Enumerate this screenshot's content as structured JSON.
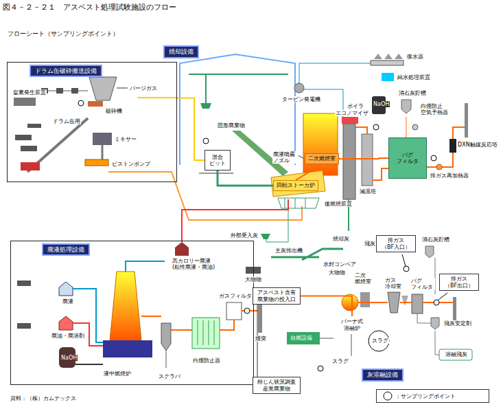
{
  "diagram": {
    "title": "図４－２－２１　アスベスト処理試験施設のフロー",
    "caption": "資料：（株）カムテックス",
    "nodes": [
      {
        "text": [
          "ドラム缶破砕搬送設備"
        ]
      },
      {
        "text": [
          "焼却設備"
        ]
      },
      {
        "text": [
          "混合 ピット"
        ]
      },
      {
        "text": [
          "回転ストーカ炉"
        ]
      },
      {
        "text": [
          "二次燃焼室"
        ]
      },
      {
        "text": [
          "バグ フィルタ"
        ]
      },
      {
        "text": [
          "廃液処理設備"
        ]
      },
      {
        "text": [
          "液中燃焼炉"
        ],
        "in": 6
      },
      {
        "text": [
          "排ガス （BF入口）"
        ]
      },
      {
        "text": [
          "排ガス （BF出口）"
        ]
      },
      {
        "text": [
          "アスベスト含有 廃棄物の投入口"
        ]
      },
      {
        "text": [
          "バーナ式 溶融炉"
        ]
      },
      {
        "text": [
          "粉じん状況調査 産業廃棄物"
        ]
      },
      {
        "text": [
          "灰溶融設備"
        ]
      }
    ],
    "edges": [
      {
        "from": 0,
        "to": 2,
        "arrow": "none"
      },
      {
        "from": 2,
        "to": 3,
        "arrow": "none"
      },
      {
        "from": 3,
        "to": 4,
        "arrow": "none"
      },
      {
        "from": 4,
        "to": 5,
        "arrow": "none"
      },
      {
        "from": 10,
        "to": 11,
        "arrow": "none"
      },
      {
        "from": 12,
        "to": 10,
        "arrow": "none"
      }
    ],
    "labels": [
      "フローシート（サンプリングポイント）",
      "窒素発生装置",
      "パージガス",
      "破砕機",
      "ドラム缶用",
      "ミキサー",
      "ピストンポンプ",
      "固形廃棄物",
      "廃液噴霧 ノズル",
      "後燃焼装置",
      "タービン発電機",
      "復水器",
      "純水処理装置",
      "ボイラ",
      "エコノマイザ",
      "NaOH",
      "減温塔",
      "消石灰貯槽",
      "白煙防止 空気予熱器",
      "排ガス再加熱器",
      "DXN触媒反応塔",
      "外部受入灰",
      "高カロリー廃液 (粘性廃液・廃油)",
      "主灰排出機",
      "大物物",
      "水封コンベア",
      "大物物",
      "焼却灰",
      "飛灰",
      "廃液",
      "廃油・廃溶剤",
      "NaOH",
      "スクラバ",
      "白煙防止器",
      "ガスフィルタ",
      "煙突",
      "消石灰貯槽",
      "ガス 冷却室",
      "二次 燃焼室",
      "バグ フィルタ",
      "飛灰安定剤",
      "溶融飛灰",
      "自燃設備",
      "スラグ",
      "スラグ"
    ],
    "legend": [
      {
        "text": "：サンプリングポイント"
      }
    ]
  }
}
